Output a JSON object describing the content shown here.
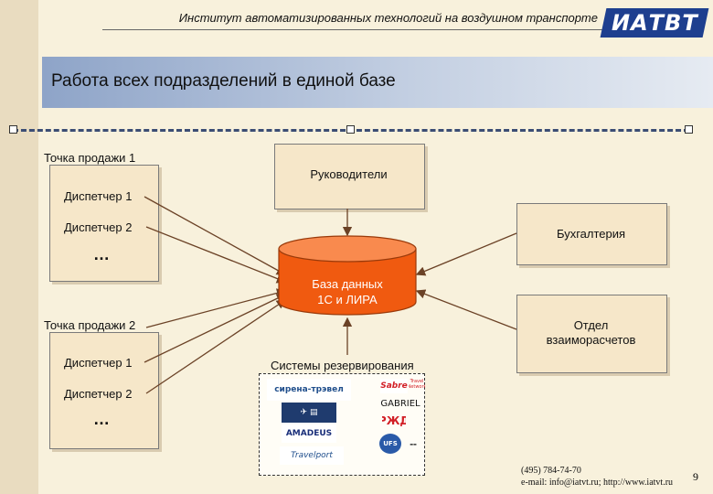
{
  "header": {
    "institute": "Институт автоматизированных технологий на воздушном транспорте",
    "logo": "ИАТВТ"
  },
  "slide_title": "Работа всех подразделений в единой базе",
  "left_group_1": {
    "title": "Точка продажи 1",
    "dispatcher_1": "Диспетчер 1",
    "dispatcher_2": "Диспетчер 2",
    "ellipsis": "…"
  },
  "left_group_2": {
    "title": "Точка продажи 2",
    "dispatcher_1": "Диспетчер 1",
    "dispatcher_2": "Диспетчер 2",
    "ellipsis": "…"
  },
  "nodes": {
    "managers": "Руководители",
    "accounting": "Бухгалтерия",
    "settlements_line1": "Отдел",
    "settlements_line2": "взаиморасчетов",
    "database_line1": "База данных",
    "database_line2": "1С  и  ЛИРА",
    "reservations": "Системы резервирования"
  },
  "reservation_logos": {
    "sirena": "сирена-трэвел",
    "sabre": "Sabre",
    "travel_network": "Travel Network",
    "gabriel": "GABRIEL",
    "amadeus": "AMADEUS",
    "travelport": "Travelport",
    "ufs": "UFS",
    "rzd": "РЖД"
  },
  "footer": {
    "phone": "(495) 784-74-70",
    "contacts": "e-mail: info@iatvt.ru; http://www.iatvt.ru"
  },
  "page_number": "9",
  "colors": {
    "database": "#f05a10",
    "box_fill": "#f6e7c9",
    "title_band": "#8ea4c8",
    "dash_line": "#3b4d74",
    "logo_bg": "#1e3f8f"
  }
}
